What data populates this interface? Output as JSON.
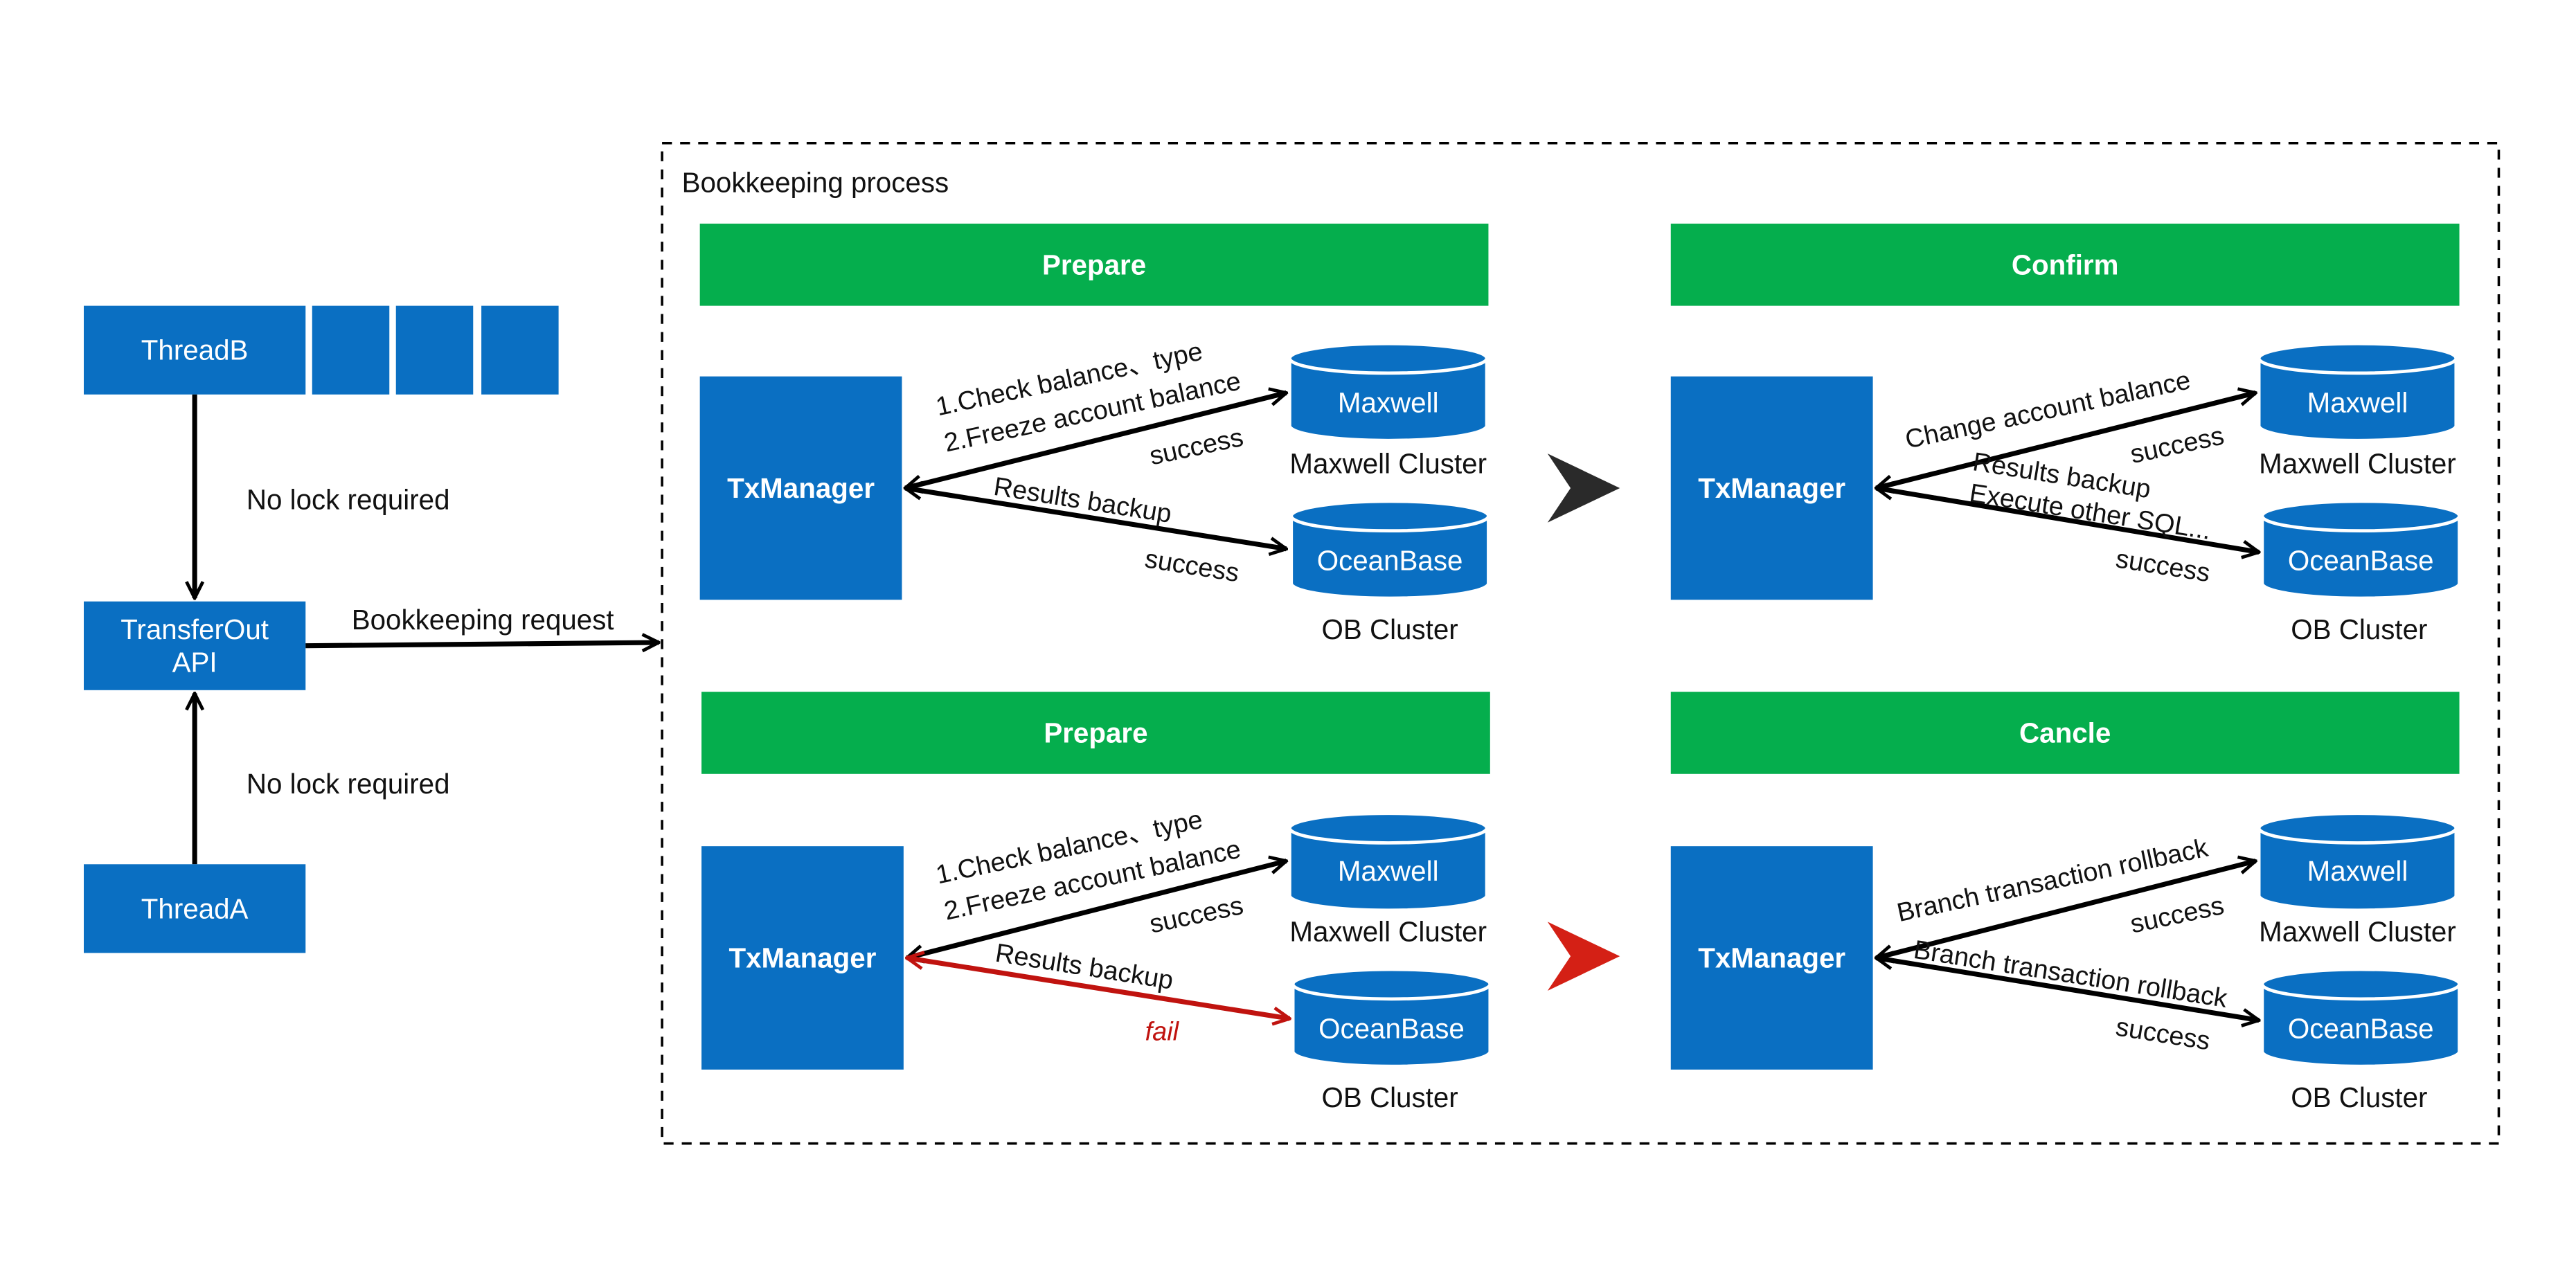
{
  "colors": {
    "box": "#0a6fc2",
    "header": "#05ae4d",
    "line": "#000000",
    "fail": "#c0130f",
    "proceed_chevron": "#2a2a2a",
    "fail_chevron": "#d42015"
  },
  "left": {
    "thread_b": "ThreadB",
    "thread_a": "ThreadA",
    "api_line1": "TransferOut",
    "api_line2": "API",
    "no_lock_top": "No lock required",
    "no_lock_bottom": "No lock required",
    "request_label": "Bookkeeping request"
  },
  "process": {
    "title": "Bookkeeping process"
  },
  "quadrants": {
    "prepare_success": {
      "header": "Prepare",
      "manager": "TxManager",
      "db_top": "Maxwell",
      "db_top_caption": "Maxwell Cluster",
      "db_bottom": "OceanBase",
      "db_bottom_caption": "OB Cluster",
      "top_line1": "1.Check balance、type",
      "top_line2": "2.Freeze account balance",
      "top_reply": "success",
      "bottom_label": "Results backup",
      "bottom_reply": "success"
    },
    "confirm": {
      "header": "Confirm",
      "manager": "TxManager",
      "db_top": "Maxwell",
      "db_top_caption": "Maxwell Cluster",
      "db_bottom": "OceanBase",
      "db_bottom_caption": "OB Cluster",
      "top_label": "Change account balance",
      "top_reply": "success",
      "bottom_line1": "Results backup",
      "bottom_line2": "Execute other SQL...",
      "bottom_reply": "success"
    },
    "prepare_fail": {
      "header": "Prepare",
      "manager": "TxManager",
      "db_top": "Maxwell",
      "db_top_caption": "Maxwell Cluster",
      "db_bottom": "OceanBase",
      "db_bottom_caption": "OB Cluster",
      "top_line1": "1.Check balance、type",
      "top_line2": "2.Freeze account balance",
      "top_reply": "success",
      "bottom_label": "Results backup",
      "bottom_reply": "fail"
    },
    "cancel": {
      "header": "Cancle",
      "manager": "TxManager",
      "db_top": "Maxwell",
      "db_top_caption": "Maxwell Cluster",
      "db_bottom": "OceanBase",
      "db_bottom_caption": "OB Cluster",
      "top_label": "Branch transaction rollback",
      "top_reply": "success",
      "bottom_label": "Branch transaction rollback",
      "bottom_reply": "success"
    }
  }
}
